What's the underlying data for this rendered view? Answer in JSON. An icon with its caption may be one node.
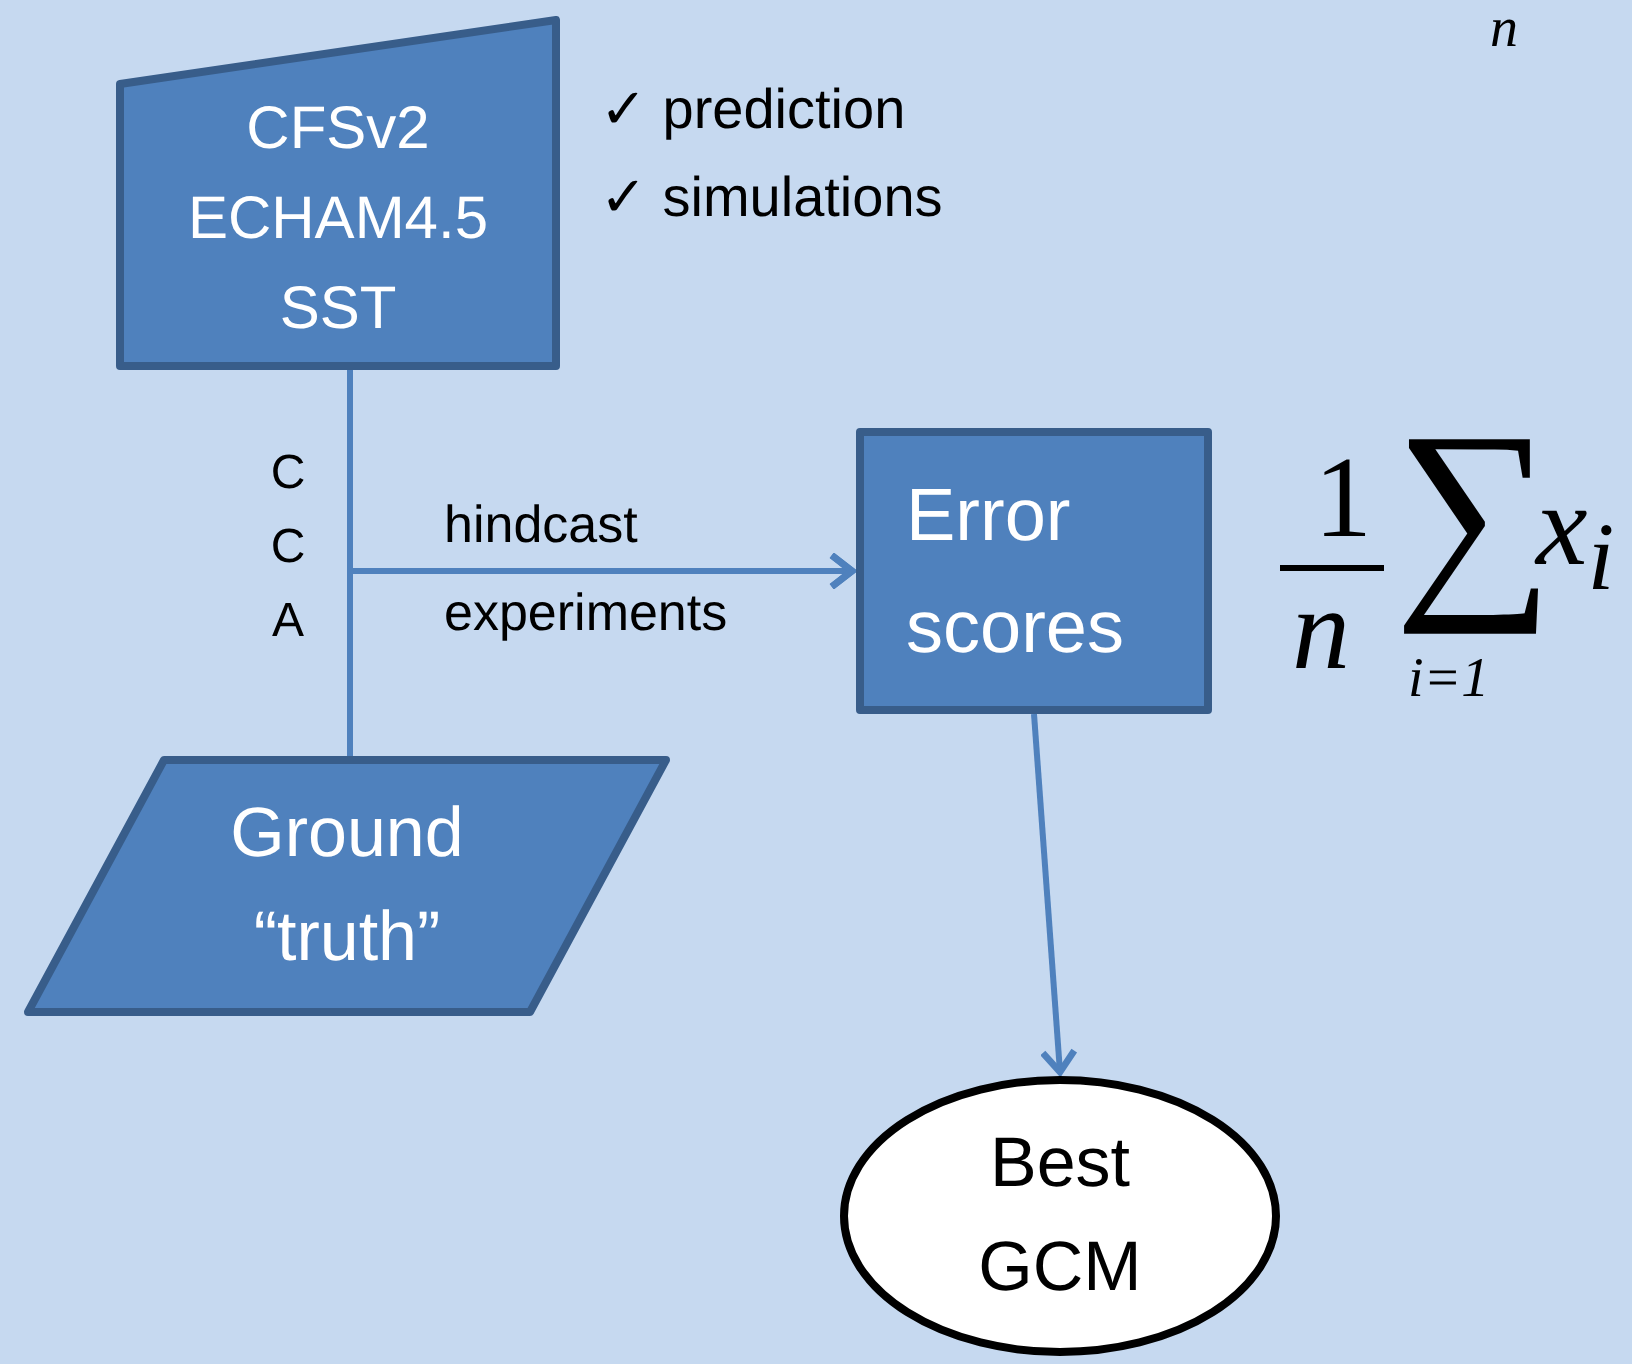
{
  "diagram": {
    "nodes": [
      {
        "text": [
          "CFSv2 ECHAM4.5 SST"
        ],
        "beside": [
          "✓ prediction",
          "✓ simulations"
        ]
      },
      {
        "text": [
          "Ground “truth”"
        ]
      },
      {
        "text": [
          "Error scores"
        ]
      },
      {
        "text": [
          "Best GCM"
        ]
      }
    ],
    "edges": [
      {
        "from": 0,
        "to": 1,
        "arrow": "none",
        "label": "CCA"
      },
      {
        "from": 0,
        "to": 2,
        "arrow": "to",
        "label": "hindcast experiments"
      },
      {
        "from": 1,
        "to": 2,
        "arrow": "to"
      },
      {
        "from": 2,
        "to": 3,
        "arrow": "to"
      }
    ],
    "labels": [
      "n",
      "1",
      "∑",
      "x$_{i}$",
      "n",
      "i=1"
    ]
  }
}
